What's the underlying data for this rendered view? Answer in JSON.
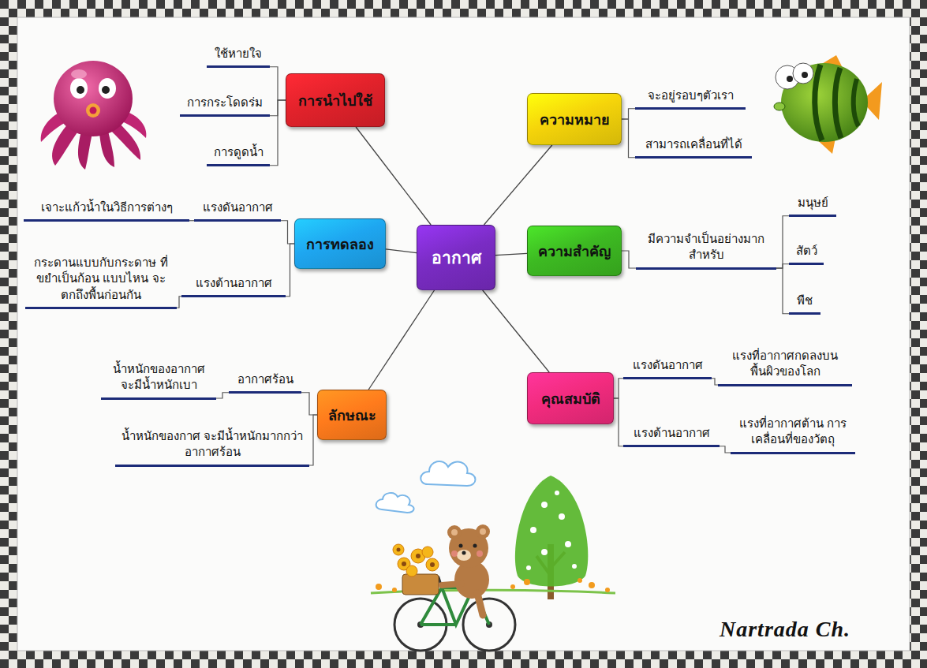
{
  "diagram": {
    "nodes": [
      {
        "text": [
          "อากาศ"
        ]
      },
      {
        "text": [
          "การนำไปใช้"
        ]
      },
      {
        "text": [
          "ใช้หายใจ"
        ]
      },
      {
        "text": [
          "การกระโดดร่ม"
        ]
      },
      {
        "text": [
          "การดูดน้ำ"
        ]
      },
      {
        "text": [
          "ความหมาย"
        ]
      },
      {
        "text": [
          "จะอยู่รอบๆตัวเรา"
        ]
      },
      {
        "text": [
          "สามารถเคลื่อนที่ได้"
        ]
      },
      {
        "text": [
          "การทดลอง"
        ]
      },
      {
        "text": [
          "แรงดันอากาศ"
        ]
      },
      {
        "text": [
          "เจาะแก้วน้ำในวิธีการต่างๆ"
        ]
      },
      {
        "text": [
          "แรงต้านอากาศ"
        ]
      },
      {
        "text": [
          "กระดานแบบกับกระดาษ ที่ขยำเป็นก้อน แบบไหน จะตกถึงพื้นก่อนกัน"
        ]
      },
      {
        "text": [
          "ความสำคัญ"
        ]
      },
      {
        "text": [
          "มีความจำเป็นอย่างมาก สำหรับ"
        ]
      },
      {
        "text": [
          "มนุษย์"
        ]
      },
      {
        "text": [
          "สัตว์"
        ]
      },
      {
        "text": [
          "พืช"
        ]
      },
      {
        "text": [
          "ลักษณะ"
        ]
      },
      {
        "text": [
          "อากาศร้อน"
        ]
      },
      {
        "text": [
          "น้ำหนักของอากาศ จะมีน้ำหนักเบา"
        ]
      },
      {
        "text": [
          "น้ำหนักของกาศ จะมีน้ำหนักมากกว่าอากาศร้อน"
        ]
      },
      {
        "text": [
          "คุณสมบัติ"
        ]
      },
      {
        "text": [
          "แรงดันอากาศ"
        ]
      },
      {
        "text": [
          "แรงที่อากาศกดลงบน พื้นผิวของโลก"
        ]
      },
      {
        "text": [
          "แรงต้านอากาศ"
        ]
      },
      {
        "text": [
          "แรงที่อากาศต้าน การเคลื่อนที่ของวัตถุ"
        ]
      }
    ],
    "edges": [
      {
        "from": 0,
        "to": 1,
        "arrow": "none"
      },
      {
        "from": 0,
        "to": 5,
        "arrow": "none"
      },
      {
        "from": 0,
        "to": 8,
        "arrow": "none"
      },
      {
        "from": 0,
        "to": 13,
        "arrow": "none"
      },
      {
        "from": 0,
        "to": 18,
        "arrow": "none"
      },
      {
        "from": 0,
        "to": 22,
        "arrow": "none"
      },
      {
        "from": 1,
        "to": 2,
        "arrow": "none"
      },
      {
        "from": 1,
        "to": 3,
        "arrow": "none"
      },
      {
        "from": 1,
        "to": 4,
        "arrow": "none"
      },
      {
        "from": 5,
        "to": 6,
        "arrow": "none"
      },
      {
        "from": 5,
        "to": 7,
        "arrow": "none"
      },
      {
        "from": 8,
        "to": 9,
        "arrow": "none"
      },
      {
        "from": 9,
        "to": 10,
        "arrow": "none"
      },
      {
        "from": 8,
        "to": 11,
        "arrow": "none"
      },
      {
        "from": 11,
        "to": 12,
        "arrow": "none"
      },
      {
        "from": 13,
        "to": 14,
        "arrow": "none"
      },
      {
        "from": 14,
        "to": 15,
        "arrow": "none"
      },
      {
        "from": 14,
        "to": 16,
        "arrow": "none"
      },
      {
        "from": 14,
        "to": 17,
        "arrow": "none"
      },
      {
        "from": 18,
        "to": 19,
        "arrow": "none"
      },
      {
        "from": 19,
        "to": 20,
        "arrow": "none"
      },
      {
        "from": 18,
        "to": 21,
        "arrow": "none"
      },
      {
        "from": 22,
        "to": 23,
        "arrow": "none"
      },
      {
        "from": 23,
        "to": 24,
        "arrow": "none"
      },
      {
        "from": 22,
        "to": 25,
        "arrow": "none"
      },
      {
        "from": 25,
        "to": 26,
        "arrow": "none"
      }
    ],
    "labels": [
      "Nartrada Ch."
    ]
  }
}
